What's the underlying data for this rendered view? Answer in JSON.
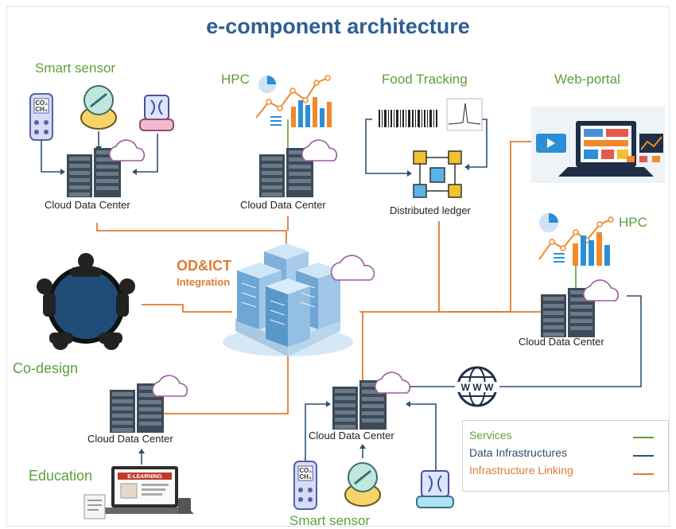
{
  "title": "e-component architecture",
  "labels": {
    "smart_sensor_top": "Smart sensor",
    "hpc_top": "HPC",
    "food_tracking": "Food Tracking",
    "web_portal": "Web-portal",
    "hpc_right": "HPC",
    "od_ict": "OD&ICT",
    "integration": "Integration",
    "co_design": "Co-design",
    "education": "Education",
    "smart_sensor_bottom": "Smart sensor",
    "distributed_ledger": "Distributed ledger",
    "elearning": "E-LEARNING",
    "co2": "CO₂",
    "ch4": "CH₄",
    "www": "W W W"
  },
  "cloud_data_centers": [
    "Cloud Data Center",
    "Cloud Data Center",
    "Cloud Data Center",
    "Cloud Data Center",
    "Cloud Data Center"
  ],
  "legend": {
    "items": [
      {
        "label": "Services",
        "color": "#5aa23a"
      },
      {
        "label": "Data Infrastructures",
        "color": "#2f4f6f"
      },
      {
        "label": "Infrastructure Linking",
        "color": "#e07a36"
      }
    ]
  },
  "colors": {
    "title": "#2f5d94",
    "service_green": "#5aa23a",
    "linking_orange": "#e07a36",
    "infra_navy": "#2f4f6f",
    "server_dark": "#3d4a57",
    "cloud_purple": "#9b5c9e",
    "bar_blue": "#2c8ed6",
    "bar_orange": "#f08a2b",
    "cube_yellow": "#f2c12e",
    "cube_blue": "#5ab4e8"
  }
}
